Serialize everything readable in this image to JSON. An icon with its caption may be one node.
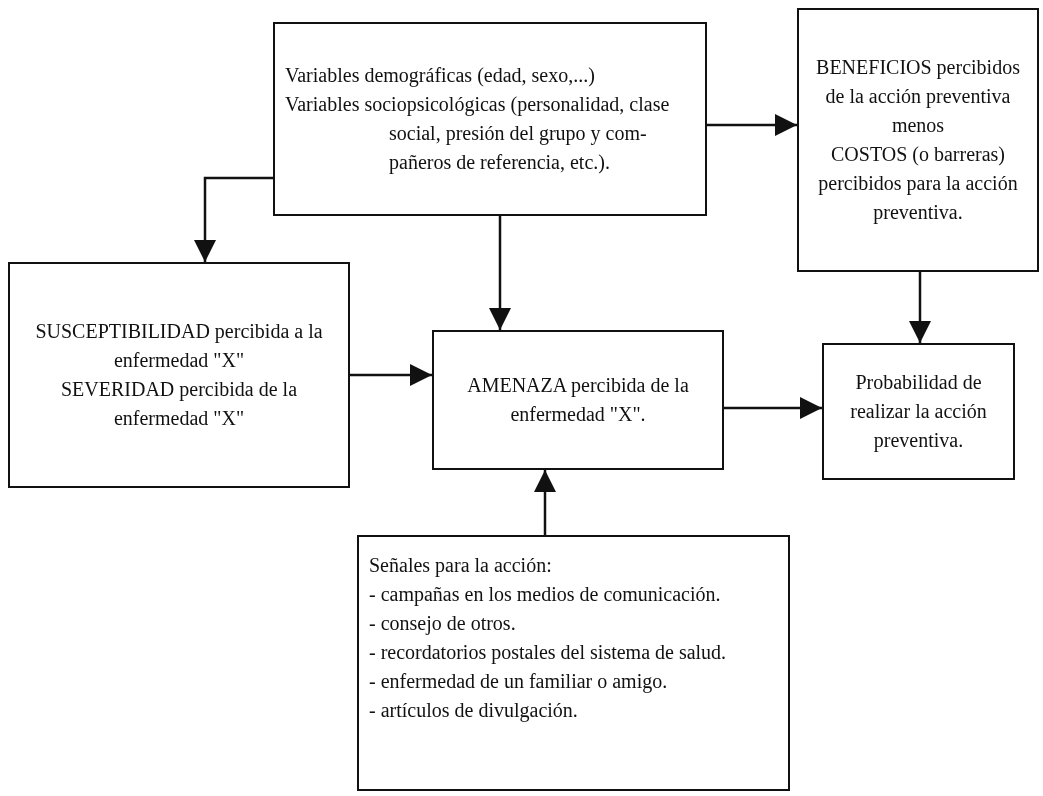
{
  "diagram": {
    "nodes": [
      {
        "text": [
          "Variables demográficas (edad, sexo,...)",
          "Variables sociopsicológicas (personalidad, clase social, presión del grupo y com- pañeros de referencia, etc.)."
        ]
      },
      {
        "text": [
          "BENEFICIOS percibidos de la acción preventiva",
          "menos",
          "COSTOS (o barreras) percibidos para la acción preventiva."
        ]
      },
      {
        "text": [
          "SUSCEPTIBILIDAD percibida a la enfermedad \"X\"",
          "SEVERIDAD percibida de la enfermedad \"X\""
        ]
      },
      {
        "text": [
          "AMENAZA percibida de la enfermedad \"X\"."
        ]
      },
      {
        "text": [
          "Probabilidad de realizar la acción preventiva."
        ]
      },
      {
        "text": [
          "Señales para la acción:",
          "- campañas en los medios de comunicación.",
          "- consejo de otros.",
          "- recordatorios postales del sistema de salud.",
          "- enfermedad de un familiar o amigo.",
          "- artículos de divulgación."
        ]
      }
    ],
    "edges": [
      {
        "from": 0,
        "to": 1,
        "arrow": "to"
      },
      {
        "from": 0,
        "to": 2,
        "arrow": "to"
      },
      {
        "from": 0,
        "to": 3,
        "arrow": "to"
      },
      {
        "from": 1,
        "to": 4,
        "arrow": "to"
      },
      {
        "from": 2,
        "to": 3,
        "arrow": "to"
      },
      {
        "from": 3,
        "to": 4,
        "arrow": "to"
      },
      {
        "from": 5,
        "to": 3,
        "arrow": "to"
      }
    ]
  }
}
